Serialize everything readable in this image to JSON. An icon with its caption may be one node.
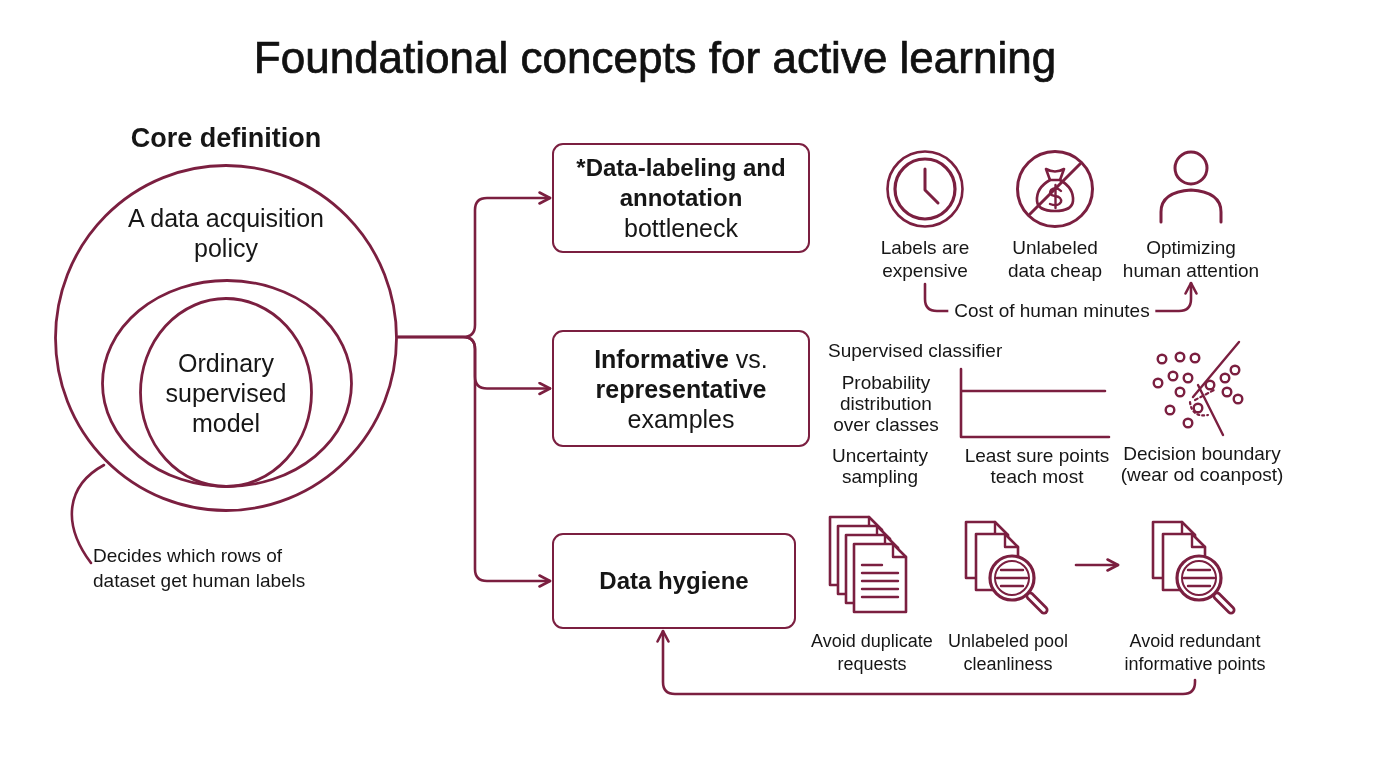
{
  "diagram": {
    "title": "Foundational concepts for active learning",
    "nodes": [
      {
        "text": [
          "Core definition",
          "A data acquisition policy"
        ]
      },
      {
        "text": [],
        "shape": "circle",
        "in": 0
      },
      {
        "text": [
          "Ordinary supervised model"
        ],
        "in": 1
      },
      {
        "text": [
          "Decides which rows of dataset get human labels"
        ]
      },
      {
        "text": [
          "*Data-labeling and annotation",
          "bottleneck"
        ]
      },
      {
        "text": [
          "Labels are expensive"
        ]
      },
      {
        "text": [
          "Unlabeled data cheap"
        ]
      },
      {
        "text": [
          "Optimizing human attention"
        ]
      },
      {
        "text": [
          "**Informative** vs. **representative** examples"
        ]
      },
      {
        "text": [
          "Data hygiene"
        ]
      },
      {
        "text": [
          "Avoid duplicate requests"
        ]
      },
      {
        "text": [
          "Unlabeled pool cleanliness"
        ]
      },
      {
        "text": [
          "Avoid redundant informative points"
        ]
      }
    ],
    "edges": [
      {
        "from": 3,
        "to": 0,
        "arrow": "none"
      },
      {
        "from": 0,
        "to": 4,
        "arrow": "to"
      },
      {
        "from": 0,
        "to": 8,
        "arrow": "to"
      },
      {
        "from": 0,
        "to": 9,
        "arrow": "to"
      },
      {
        "from": 5,
        "to": 7,
        "arrow": "to",
        "label": "Cost of human minutes"
      },
      {
        "from": 11,
        "to": 12,
        "arrow": "to"
      },
      {
        "from": 12,
        "to": 9,
        "arrow": "to"
      }
    ],
    "labels": [
      "Supervised classifier",
      "Probability distribution over classes",
      "Uncertainty sampling",
      "Least sure points teach most",
      "Decision boundary (wear od coanpost)"
    ]
  }
}
